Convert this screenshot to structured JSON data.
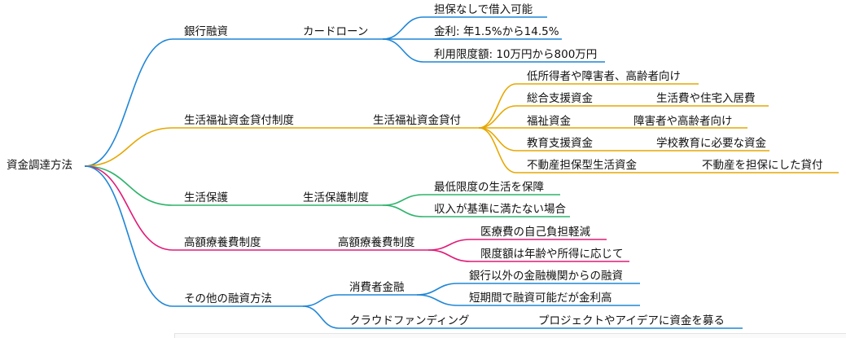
{
  "colors": {
    "branch1": "#1f86d6",
    "branch2": "#e6a700",
    "branch3": "#2fb36b",
    "branch4": "#e11a77",
    "branch5": "#1f86d6",
    "text": "#111111"
  },
  "mindmap": {
    "root": "資金調達方法",
    "branches": [
      {
        "label": "銀行融資",
        "children": [
          {
            "label": "カードローン",
            "children": [
              {
                "label": "担保なしで借入可能"
              },
              {
                "label": "金利: 年1.5%から14.5%"
              },
              {
                "label": "利用限度額: 10万円から800万円"
              }
            ]
          }
        ]
      },
      {
        "label": "生活福祉資金貸付制度",
        "children": [
          {
            "label": "生活福祉資金貸付",
            "children": [
              {
                "label": "低所得者や障害者、高齢者向け"
              },
              {
                "label": "総合支援資金",
                "children": [
                  {
                    "label": "生活費や住宅入居費"
                  }
                ]
              },
              {
                "label": "福祉資金",
                "children": [
                  {
                    "label": "障害者や高齢者向け"
                  }
                ]
              },
              {
                "label": "教育支援資金",
                "children": [
                  {
                    "label": "学校教育に必要な資金"
                  }
                ]
              },
              {
                "label": "不動産担保型生活資金",
                "children": [
                  {
                    "label": "不動産を担保にした貸付"
                  }
                ]
              }
            ]
          }
        ]
      },
      {
        "label": "生活保護",
        "children": [
          {
            "label": "生活保護制度",
            "children": [
              {
                "label": "最低限度の生活を保障"
              },
              {
                "label": "収入が基準に満たない場合"
              }
            ]
          }
        ]
      },
      {
        "label": "高額療養費制度",
        "children": [
          {
            "label": "高額療養費制度",
            "children": [
              {
                "label": "医療費の自己負担軽減"
              },
              {
                "label": "限度額は年齢や所得に応じて"
              }
            ]
          }
        ]
      },
      {
        "label": "その他の融資方法",
        "children": [
          {
            "label": "消費者金融",
            "children": [
              {
                "label": "銀行以外の金融機関からの融資"
              },
              {
                "label": "短期間で融資可能だが金利高"
              }
            ]
          },
          {
            "label": "クラウドファンディング",
            "children": [
              {
                "label": "プロジェクトやアイデアに資金を募る"
              }
            ]
          }
        ]
      }
    ]
  }
}
